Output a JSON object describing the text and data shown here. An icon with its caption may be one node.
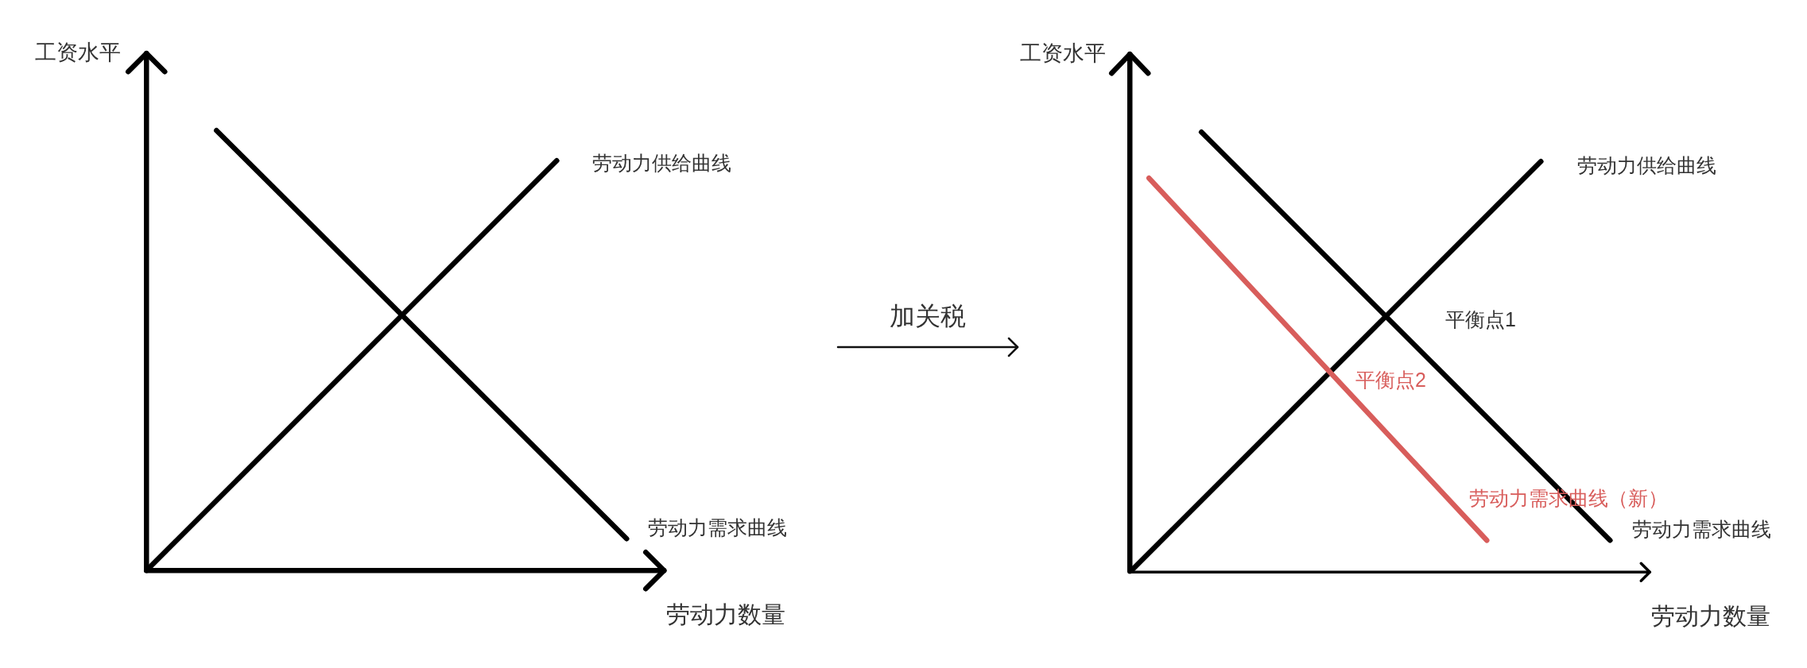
{
  "diagram": {
    "nodes": [
      {
        "text": [
          "工资水平",
          "劳动力供给曲线",
          "劳动力需求曲线",
          "劳动力数量"
        ]
      },
      {
        "text": [
          "工资水平",
          "劳动力供给曲线",
          "平衡点1",
          "平衡点2",
          "劳动力需求曲线（新）",
          "劳动力需求曲线",
          "劳动力数量"
        ]
      }
    ],
    "edges": [
      {
        "from": 0,
        "to": 1,
        "arrow": "to",
        "label": "加关税"
      }
    ]
  }
}
